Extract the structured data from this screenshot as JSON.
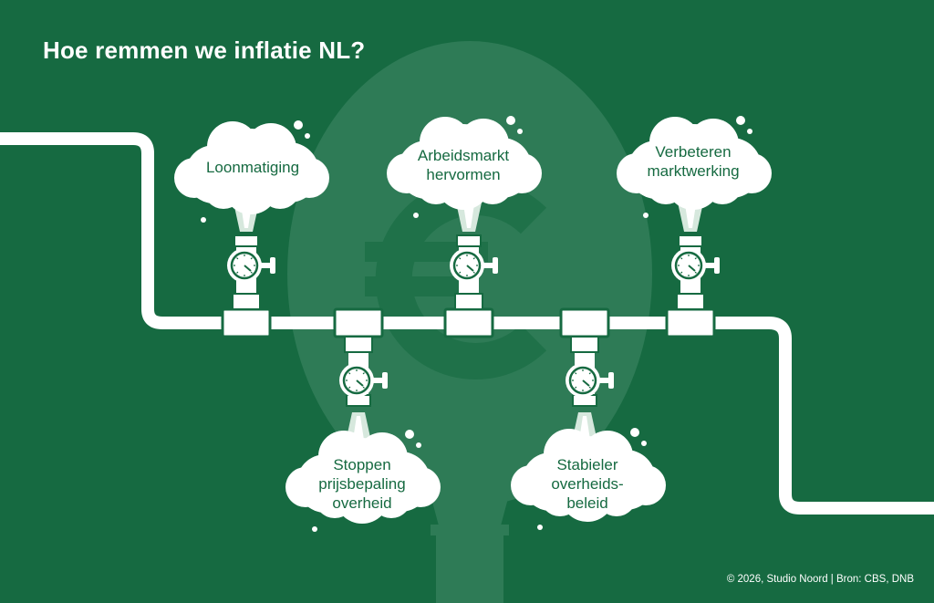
{
  "title": "Hoe remmen we inflatie NL?",
  "colors": {
    "background": "#166a41",
    "balloon": "#2e7b56",
    "pipe": "#ffffff",
    "text": "#166a41"
  },
  "background_symbol": "euro-sign",
  "measures": [
    {
      "label": "Loonmatiging",
      "position": "above"
    },
    {
      "label": "Stoppen\nprijsbepaling\noverheid",
      "position": "below"
    },
    {
      "label": "Arbeidsmarkt\nhervormen",
      "position": "above"
    },
    {
      "label": "Stabieler\noverheids-\nbeleid",
      "position": "below"
    },
    {
      "label": "Verbeteren\nmarktwerking",
      "position": "above"
    }
  ],
  "credit": "© 2026, Studio Noord | Bron: CBS, DNB"
}
